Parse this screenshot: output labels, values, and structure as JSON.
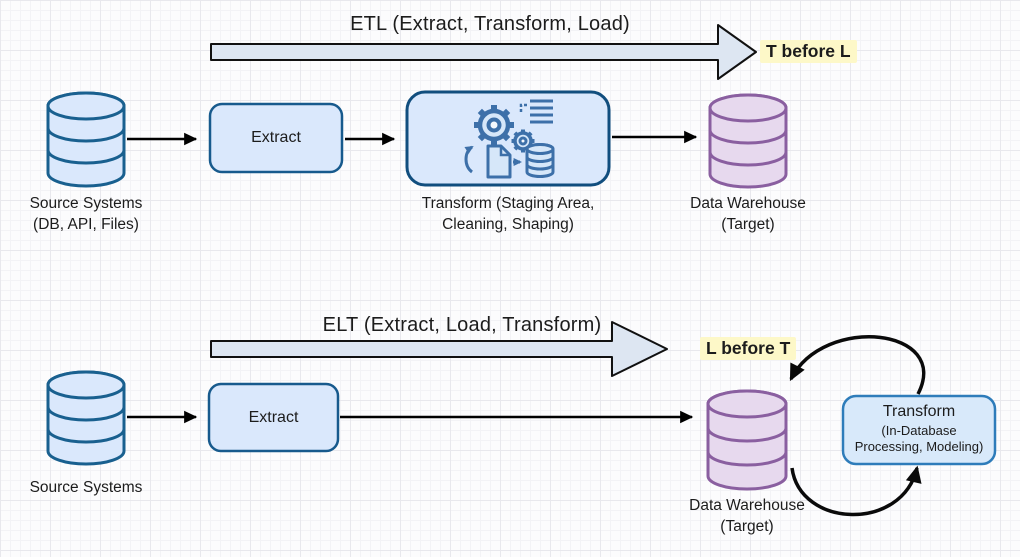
{
  "colors": {
    "blue_fill": "#dae8fc",
    "blue_stroke": "#19608f",
    "purple_fill": "#e7d9ee",
    "purple_stroke": "#8a5fa0",
    "block_arrow_fill": "#dde6f2",
    "highlight_bg": "#fdf8c8",
    "icon_blue": "#3d70a9",
    "text_color": "#1c1c1c"
  },
  "etl": {
    "title": "ETL (Extract, Transform, Load)",
    "annotation": "T before L",
    "source_label1": "Source Systems",
    "source_label2": "(DB, API, Files)",
    "extract_label": "Extract",
    "transform_label1": "Transform (Staging Area,",
    "transform_label2": "Cleaning, Shaping)",
    "warehouse_label1": "Data Warehouse",
    "warehouse_label2": "(Target)"
  },
  "elt": {
    "title": "ELT (Extract, Load, Transform)",
    "annotation": "L before T",
    "source_label1": "Source Systems",
    "extract_label": "Extract",
    "warehouse_label1": "Data Warehouse",
    "warehouse_label2": "(Target)",
    "transform_line1": "Transform",
    "transform_line2": "(In-Database",
    "transform_line3": "Processing, Modeling)"
  }
}
